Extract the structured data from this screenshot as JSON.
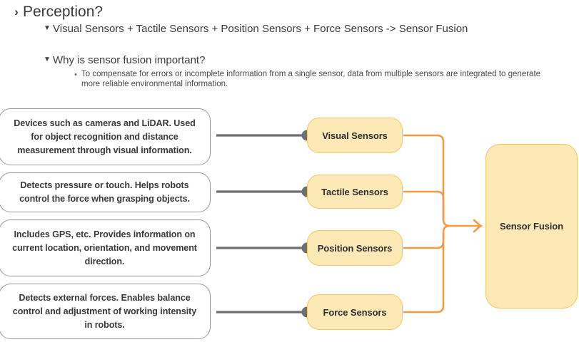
{
  "outline": {
    "level1": {
      "marker": "›",
      "text": "Perception?"
    },
    "level2": [
      {
        "marker": "▼",
        "text": "Visual Sensors + Tactile Sensors + Position Sensors + Force Sensors -> Sensor Fusion"
      },
      {
        "marker": "▼",
        "text": "Why is sensor fusion important?"
      }
    ],
    "level3": [
      {
        "marker": "•",
        "text": "To compensate for errors or incomplete information from a single sensor, data from multiple sensors are integrated to generate more reliable environmental information."
      }
    ]
  },
  "diagram": {
    "descriptions": [
      {
        "text": "Devices such as cameras and LiDAR. Used for object recognition and distance measurement through visual information."
      },
      {
        "text": "Detects pressure or touch. Helps robots control the force when grasping objects."
      },
      {
        "text": "Includes GPS, etc. Provides information on current location, orientation, and movement direction."
      },
      {
        "text": "Detects external forces. Enables balance control and adjustment of working intensity in robots."
      }
    ],
    "sensors": [
      {
        "label": "Visual Sensors"
      },
      {
        "label": "Tactile Sensors"
      },
      {
        "label": "Position Sensors"
      },
      {
        "label": "Force Sensors"
      }
    ],
    "output": {
      "label": "Sensor Fusion"
    },
    "colors": {
      "pill_fill": "#FDE9B6",
      "pill_border": "#F5C85C",
      "connector_orange": "#F59B42",
      "connector_gray": "#6E6E73",
      "card_border": "#9A9A9E",
      "text_dark": "#2F2F31"
    }
  }
}
